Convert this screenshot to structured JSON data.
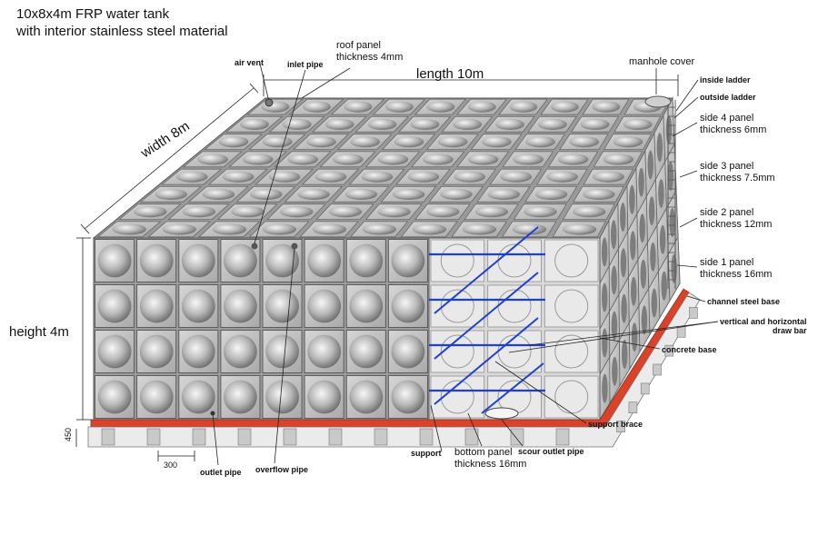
{
  "title": {
    "line1": "10x8x4m FRP water tank",
    "line2": "with interior stainless steel material"
  },
  "dimensions": {
    "length": "length 10m",
    "width": "width 8m",
    "height": "height 4m",
    "foot_height": "450",
    "foot_spacing": "300"
  },
  "labels": {
    "air_vent": "air vent",
    "inlet_pipe": "inlet pipe",
    "roof_panel_line1": "roof panel",
    "roof_panel_line2": "thickness 4mm",
    "manhole_cover": "manhole cover",
    "inside_ladder": "inside ladder",
    "outside_ladder": "outside ladder",
    "side4_line1": "side 4 panel",
    "side4_line2": "thickness 6mm",
    "side3_line1": "side 3 panel",
    "side3_line2": "thickness 7.5mm",
    "side2_line1": "side 2 panel",
    "side2_line2": "thickness 12mm",
    "side1_line1": "side 1 panel",
    "side1_line2": "thickness 16mm",
    "channel_steel_base": "channel steel base",
    "draw_bar_line1": "vertical and horizontal",
    "draw_bar_line2": "draw bar",
    "concrete_base": "concrete base",
    "support_brace": "support brace",
    "support": "support",
    "bottom_panel_line1": "bottom panel",
    "bottom_panel_line2": "thickness 16mm",
    "scour_outlet_pipe": "scour outlet pipe",
    "outlet_pipe": "outlet pipe",
    "overflow_pipe": "overflow pipe"
  },
  "colors": {
    "panel_light": "#e2e2e2",
    "panel_dark": "#8a8a8a",
    "frame": "#5a5a5a",
    "base_red": "#d8432a",
    "draw_bar_blue": "#1f3fd0",
    "concrete": "#c9c9c9"
  },
  "tank": {
    "front_columns": 8,
    "front_rows": 4,
    "roof_depth_rows": 8,
    "side_columns": 8,
    "cutaway_columns": 3
  }
}
